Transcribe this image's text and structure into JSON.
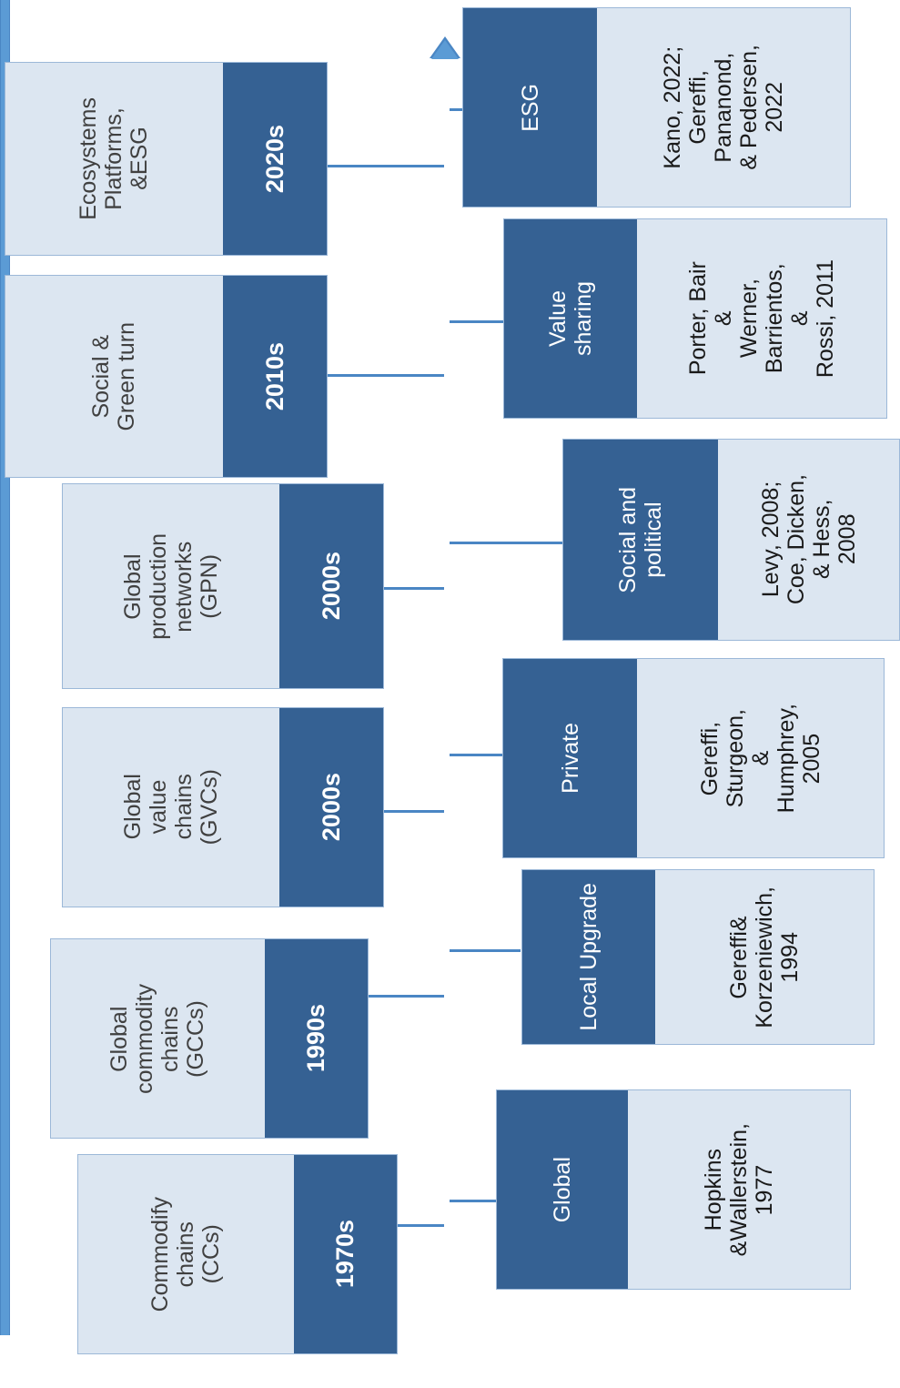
{
  "diagram": {
    "title": "Evolution of global value chain research timeline",
    "orientation": "rotated-90",
    "colors": {
      "accent_dark": "#356193",
      "panel_light": "#dce6f1",
      "axis": "#5B9BD5",
      "connector": "#4a86c4",
      "text_dark": "#404040",
      "text_light": "#ffffff"
    },
    "axis": {
      "name": "timeline-axis",
      "direction": "upward",
      "arrow_head": "arrow-up-icon"
    }
  },
  "eras": [
    {
      "id": "ecosystems-platforms-esg",
      "label": "Ecosystems\nPlatforms,\n&ESG",
      "decade": "2020s"
    },
    {
      "id": "social-green-turn",
      "label": "Social &\nGreen turn",
      "decade": "2010s"
    },
    {
      "id": "global-production-networks",
      "label": "Global\nproduction\nnetworks\n(GPN)",
      "decade": "2000s"
    },
    {
      "id": "global-value-chains",
      "label": "Global\nvalue\nchains\n(GVCs)",
      "decade": "2000s"
    },
    {
      "id": "global-commodity-chains",
      "label": "Global\ncommodity\nchains\n(GCCs)",
      "decade": "1990s"
    },
    {
      "id": "commodify-chains",
      "label": "Commodify\nchains\n(CCs)",
      "decade": "1970s"
    }
  ],
  "governance": [
    {
      "id": "esg",
      "label": "ESG",
      "citation": "Kano, 2022;\nGereffi,\nPananond,\n& Pedersen,\n2022"
    },
    {
      "id": "value-sharing",
      "label": "Value\nsharing",
      "citation": "Porter, Bair\n&\nWerner,\nBarrientos,\n&\nRossi, 2011"
    },
    {
      "id": "social-and-political",
      "label": "Social and\npolitical",
      "citation": "Levy, 2008;\nCoe, Dicken,\n& Hess,\n2008"
    },
    {
      "id": "private",
      "label": "Private",
      "citation": "Gereffi,\nSturgeon,\n&\nHumphrey,\n2005"
    },
    {
      "id": "local-upgrade",
      "label": "Local Upgrade",
      "citation": "Gereffi&\nKorzeniewich,\n1994"
    },
    {
      "id": "global",
      "label": "Global",
      "citation": "Hopkins\n&Wallerstein,\n1977"
    }
  ]
}
